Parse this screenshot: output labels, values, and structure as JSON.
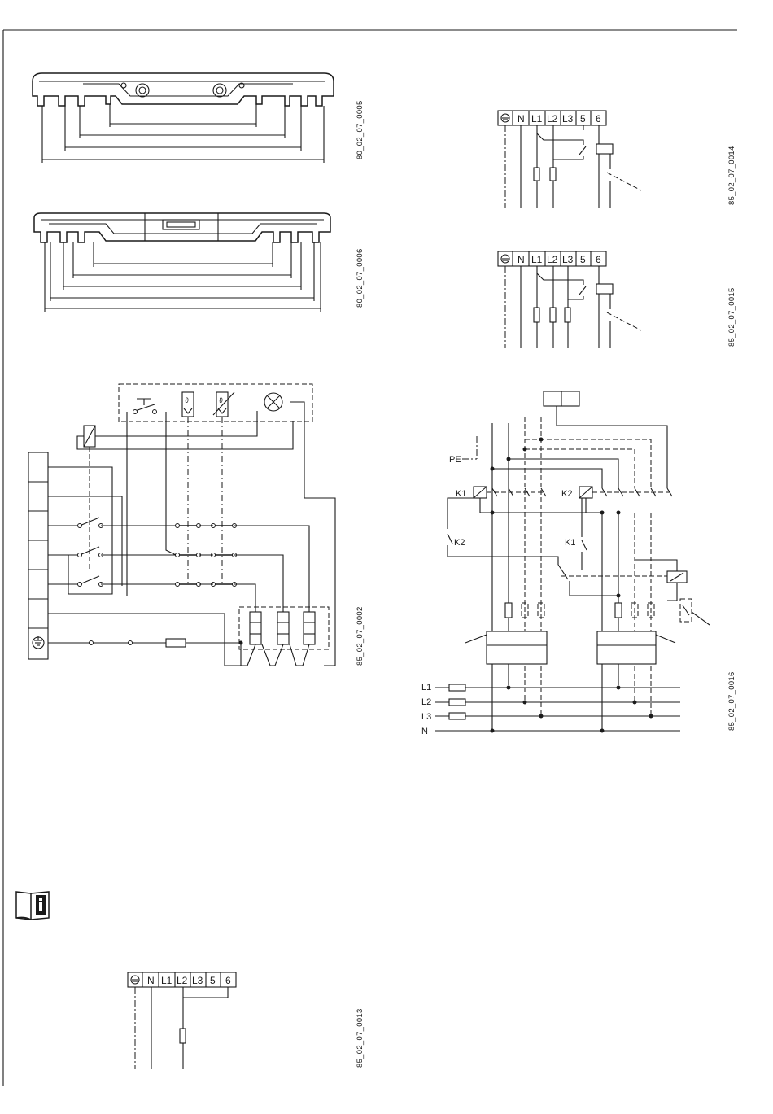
{
  "figure_ids": {
    "fig_a": "80_02_07_0005",
    "fig_b": "80_02_07_0006",
    "fig_c": "85_02_07_0002",
    "fig_d": "85_02_07_0014",
    "fig_e": "85_02_07_0015",
    "fig_f": "85_02_07_0016",
    "fig_g": "85_02_07_0013"
  },
  "terminal_labels": [
    "N",
    "L1",
    "L2",
    "L3",
    "5",
    "6"
  ],
  "contactor_labels": {
    "k1": "K1",
    "k2": "K2",
    "k2_contact": "K2",
    "k1_contact": "K1",
    "pe": "PE"
  },
  "supply_lines": [
    "L1",
    "L2",
    "L3",
    "N"
  ],
  "icons": {
    "info": "book-info-icon",
    "earth": "earth-ground-icon"
  }
}
